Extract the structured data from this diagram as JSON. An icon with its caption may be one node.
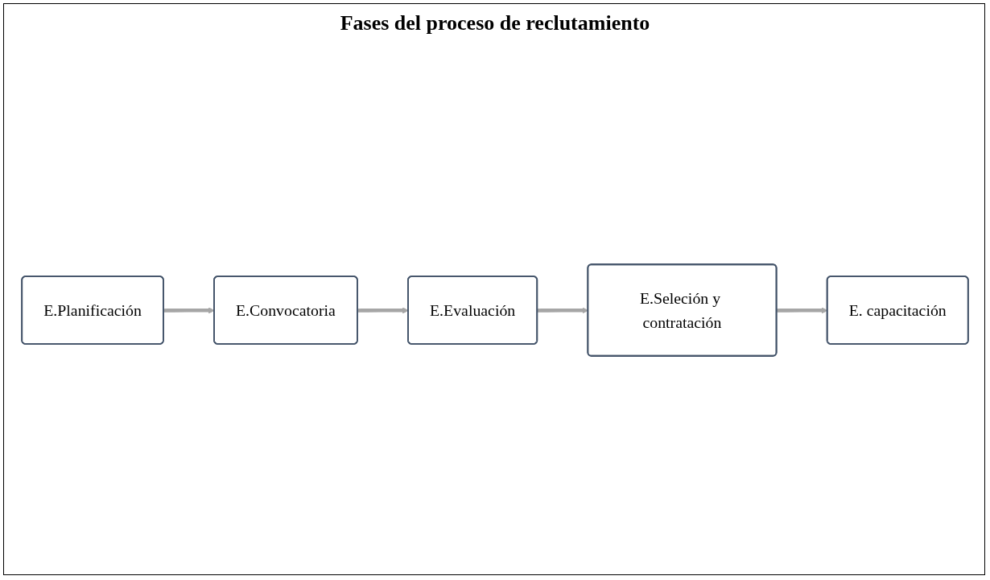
{
  "diagram": {
    "title": "Fases del proceso de reclutamiento",
    "nodes": [
      {
        "text": [
          "E.Planificación"
        ]
      },
      {
        "text": [
          "E.Convocatoria"
        ]
      },
      {
        "text": [
          "E.Evaluación"
        ]
      },
      {
        "text": [
          "E.Seleción y contratación"
        ]
      },
      {
        "text": [
          "E. capacitación"
        ]
      }
    ],
    "edges": [
      {
        "from": 0,
        "to": 1,
        "arrow": "to"
      },
      {
        "from": 1,
        "to": 2,
        "arrow": "to"
      },
      {
        "from": 2,
        "to": 3,
        "arrow": "to"
      },
      {
        "from": 3,
        "to": 4,
        "arrow": "to"
      }
    ]
  }
}
